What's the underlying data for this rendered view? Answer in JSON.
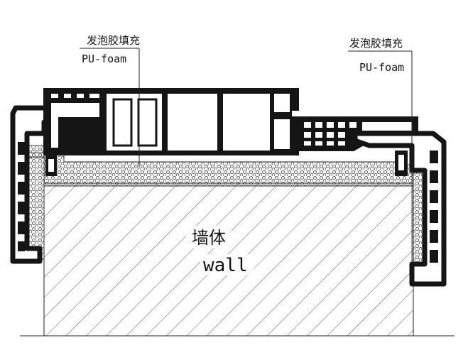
{
  "labels": {
    "left_foam_cn": "发泡胶填充",
    "left_foam_en": "PU-foam",
    "right_foam_cn": "发泡胶填充",
    "right_foam_en": "PU-foam",
    "wall_cn": "墙体",
    "wall_en": "wall"
  },
  "colors": {
    "profile": "#151515",
    "foam_outline": "#333333",
    "hatch": "#555555",
    "background": "#ffffff"
  }
}
